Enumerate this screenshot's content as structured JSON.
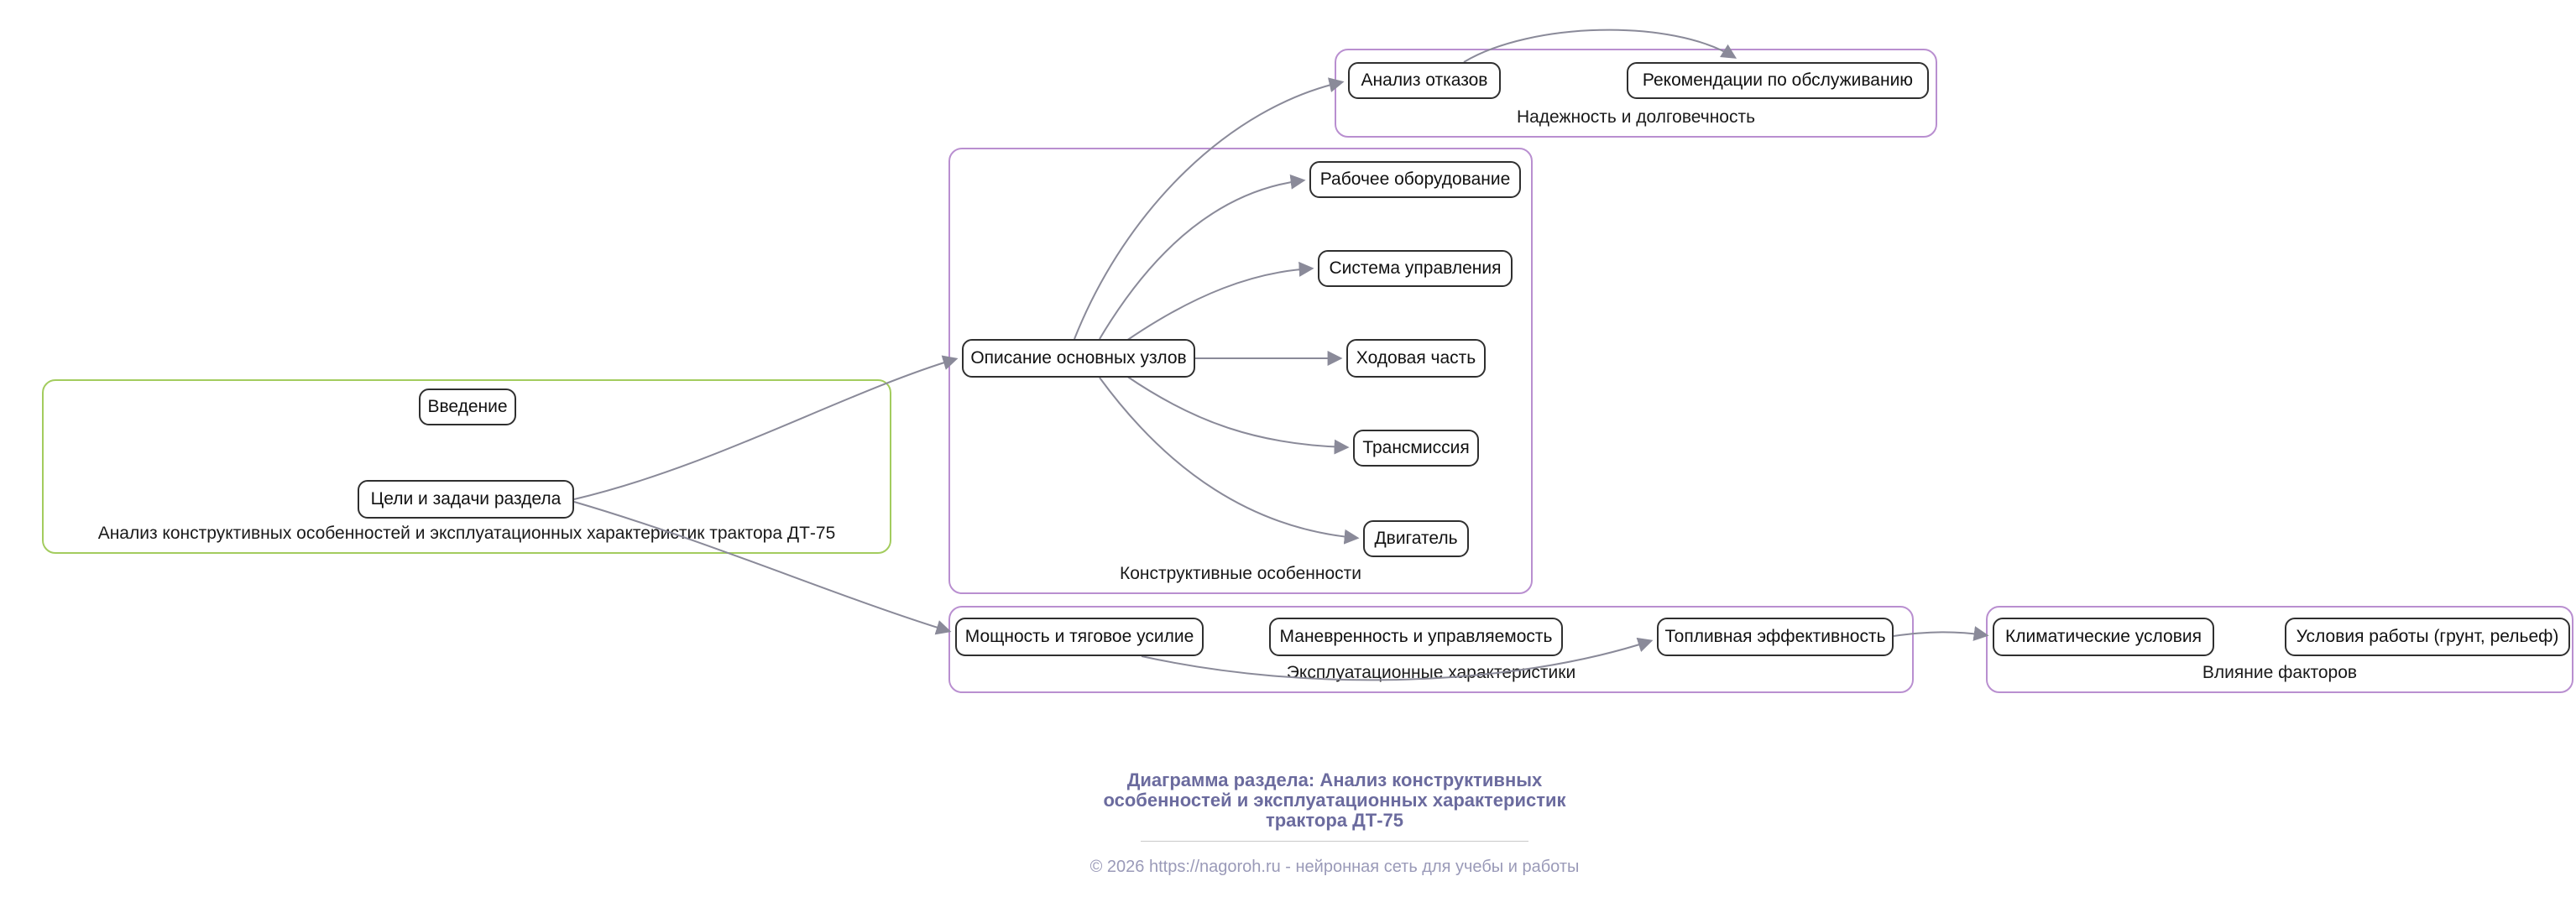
{
  "clusters": {
    "intro": {
      "label": "Анализ конструктивных особенностей и эксплуатационных характеристик трактора ДТ-75"
    },
    "design": {
      "label": "Конструктивные особенности"
    },
    "reliability": {
      "label": "Надежность и долговечность"
    },
    "exploitation": {
      "label": "Эксплуатационные характеристики"
    },
    "factors": {
      "label": "Влияние факторов"
    }
  },
  "nodes": {
    "vvedenie": "Введение",
    "celi": "Цели и задачи раздела",
    "opisanie": "Описание основных узлов",
    "rabochee": "Рабочее оборудование",
    "sistema": "Система управления",
    "hodovaya": "Ходовая часть",
    "transmissiya": "Трансмиссия",
    "dvigatel": "Двигатель",
    "analiz": "Анализ отказов",
    "rekomendacii": "Рекомендации по обслуживанию",
    "moshchnost": "Мощность и тяговое усилие",
    "manevrennost": "Маневренность и управляемость",
    "toplivnaya": "Топливная эффективность",
    "klimat": "Климатические условия",
    "usloviya": "Условия работы (грунт, рельеф)"
  },
  "footer": {
    "title_lines": [
      "Диаграмма раздела: Анализ конструктивных",
      "особенностей и эксплуатационных характеристик",
      "трактора ДТ-75"
    ],
    "copyright": "© 2026 https://nagoroh.ru - нейронная сеть для учебы и работы"
  },
  "colors": {
    "node_border": "#2f2f2f",
    "intro_cluster_border": "#a3cc5e",
    "purple_cluster_border": "#b98fd0",
    "edge": "#8a8a99",
    "footer_title": "#6b6b9e",
    "footer_copyright": "#9a9ab8"
  }
}
